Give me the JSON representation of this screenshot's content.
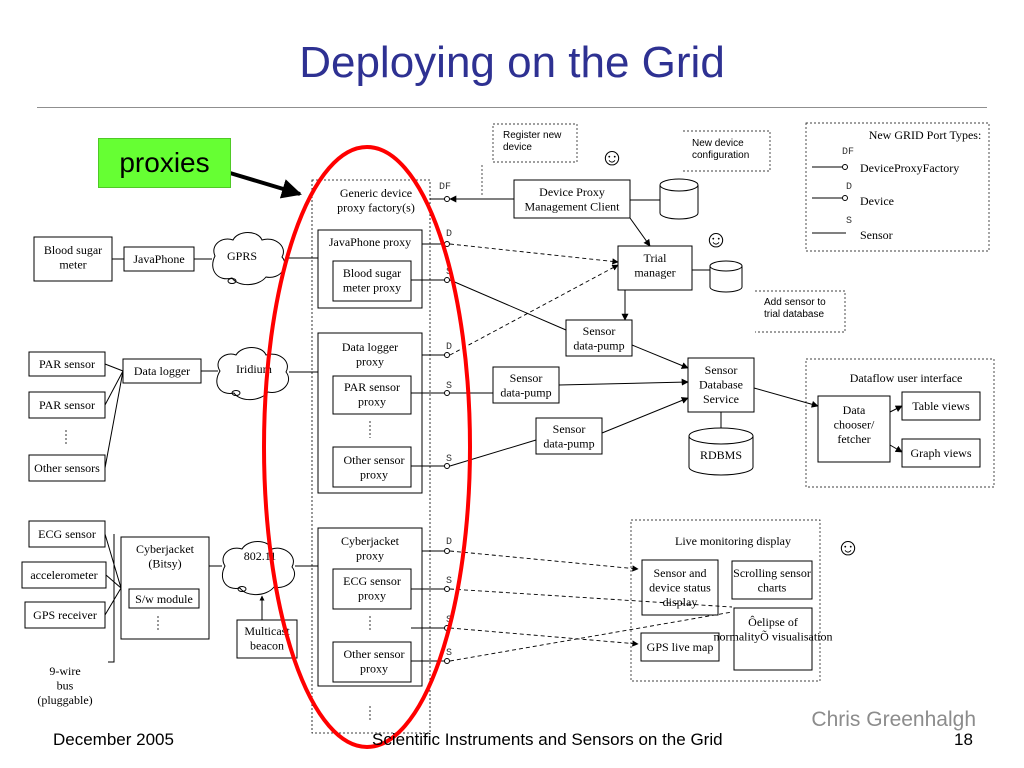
{
  "slide": {
    "title": "Deploying on the Grid",
    "callout": "proxies",
    "author": "Chris Greenhalgh",
    "footer_left": "December 2005",
    "footer_center": "Scientific Instruments and Sensors on the Grid",
    "page_number": "18"
  },
  "colors": {
    "title": "#2e3192",
    "callout_bg": "#66ff33",
    "ellipse": "#ff0000"
  },
  "sensors": {
    "blood_sugar_meter": "Blood sugar meter",
    "javaphone": "JavaPhone",
    "gprs": "GPRS",
    "par_sensor_1": "PAR sensor",
    "par_sensor_2": "PAR sensor",
    "other_sensors": "Other sensors",
    "data_logger": "Data logger",
    "iridium": "Iridium",
    "ecg_sensor": "ECG sensor",
    "accelerometer": "accelerometer",
    "gps_receiver": "GPS receiver",
    "cyberjacket": "Cyberjacket (Bitsy)",
    "sw_module": "S/w module",
    "wifi": "802.11",
    "multicast_beacon": "Multicast beacon",
    "bus_note": "9-wire bus (pluggable)"
  },
  "proxies": {
    "factory": "Generic device proxy factory(s)",
    "javaphone_proxy": "JavaPhone proxy",
    "blood_sugar_proxy": "Blood sugar meter proxy",
    "data_logger_proxy": "Data logger proxy",
    "par_sensor_proxy": "PAR sensor proxy",
    "other_sensor_proxy_1": "Other sensor proxy",
    "cyberjacket_proxy": "Cyberjacket proxy",
    "ecg_sensor_proxy": "ECG sensor proxy",
    "other_sensor_proxy_2": "Other sensor proxy"
  },
  "services": {
    "device_proxy_client": "Device Proxy Management Client",
    "register_note": "Register new device",
    "config_note": "New device configuration",
    "trial_manager": "Trial manager",
    "add_sensor_note": "Add sensor to trial database",
    "pump_1": "Sensor data-pump",
    "pump_2": "Sensor data-pump",
    "pump_3": "Sensor data-pump",
    "sensor_db": "Sensor Database Service",
    "rdbms": "RDBMS"
  },
  "legend": {
    "title": "New GRID Port Types:",
    "factory": "DeviceProxyFactory",
    "device": "Device",
    "sensor": "Sensor",
    "df_code": "DF",
    "d_code": "D",
    "s_code": "S"
  },
  "dataflow": {
    "title": "Dataflow user interface",
    "chooser": "Data chooser/ fetcher",
    "table_views": "Table views",
    "graph_views": "Graph views"
  },
  "live": {
    "title": "Live monitoring display",
    "status_display": "Sensor and device status display",
    "scrolling_charts": "Scrolling sensor charts",
    "normality": "Ôelipse of normalityÕ visualisation",
    "gps_map": "GPS live map"
  },
  "port_labels": {
    "df": "DF",
    "d": "D",
    "s": "S"
  },
  "smiley": "☺"
}
